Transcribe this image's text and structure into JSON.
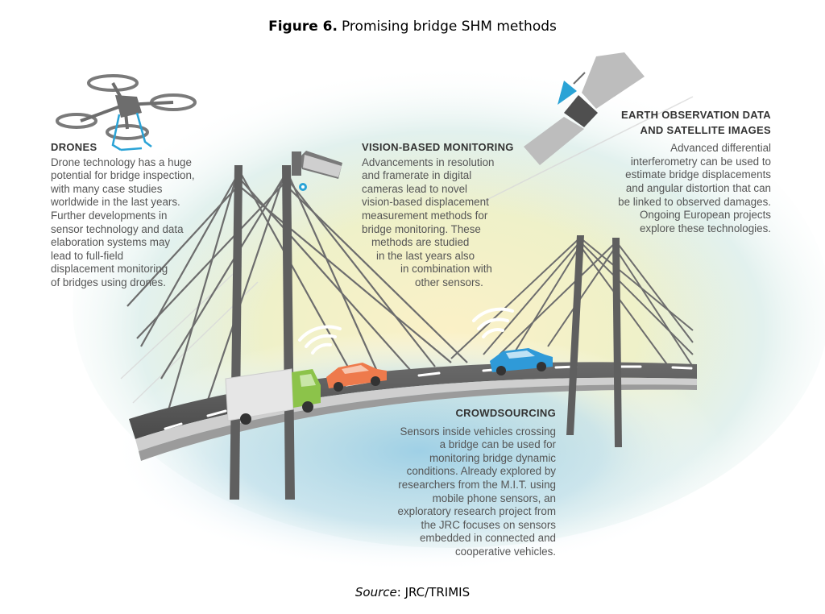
{
  "figure": {
    "label": "Figure 6.",
    "title": "Promising bridge SHM methods"
  },
  "drones": {
    "heading": "DRONES",
    "lines": [
      "Drone technology has a huge",
      "potential for bridge inspection,",
      "with many case studies",
      "worldwide in the last years.",
      "Further developments in",
      "sensor technology and data",
      "elaboration systems may",
      "lead to full-field",
      "displacement monitoring",
      "of bridges using drones."
    ]
  },
  "vision": {
    "heading": "VISION-BASED MONITORING",
    "lines": [
      "Advancements in resolution",
      "and framerate in digital",
      "cameras lead to novel",
      "vision-based displacement",
      "measurement methods for",
      "bridge monitoring. These",
      "methods are studied",
      "in the last years also",
      "in combination with",
      "other sensors."
    ]
  },
  "earth": {
    "heading_lines": [
      "EARTH OBSERVATION DATA",
      "AND SATELLITE IMAGES"
    ],
    "lines": [
      "Advanced differential",
      "interferometry can be used to",
      "estimate bridge displacements",
      "and angular distortion that can",
      "be linked to observed damages.",
      "Ongoing European projects",
      "explore these technologies."
    ]
  },
  "crowd": {
    "heading": "CROWDSOURCING",
    "lines": [
      "Sensors inside vehicles crossing",
      "a bridge can be used for",
      "monitoring bridge dynamic",
      "conditions. Already explored by",
      "researchers from the M.I.T. using",
      "mobile phone sensors, an",
      "exploratory research project from",
      "the JRC focuses on sensors",
      "embedded in connected and",
      "cooperative vehicles."
    ]
  },
  "source": {
    "label": "Source",
    "text": ": JRC/TRIMIS"
  },
  "colors": {
    "accent_blue": "#2aa3d6",
    "pylon_gray": "#5f5f5f",
    "cable_gray": "#6d6d6d",
    "deck_dark": "#4e4e4e",
    "car_orange": "#ee7a4c",
    "car_green": "#8cc34a",
    "car_blue": "#2f9ad8",
    "truck_gray": "#e6e6e6"
  },
  "icons": {
    "drone": "drone-icon",
    "satellite": "satellite-icon",
    "camera": "camera-icon",
    "signal": "wifi-signal-icon"
  }
}
